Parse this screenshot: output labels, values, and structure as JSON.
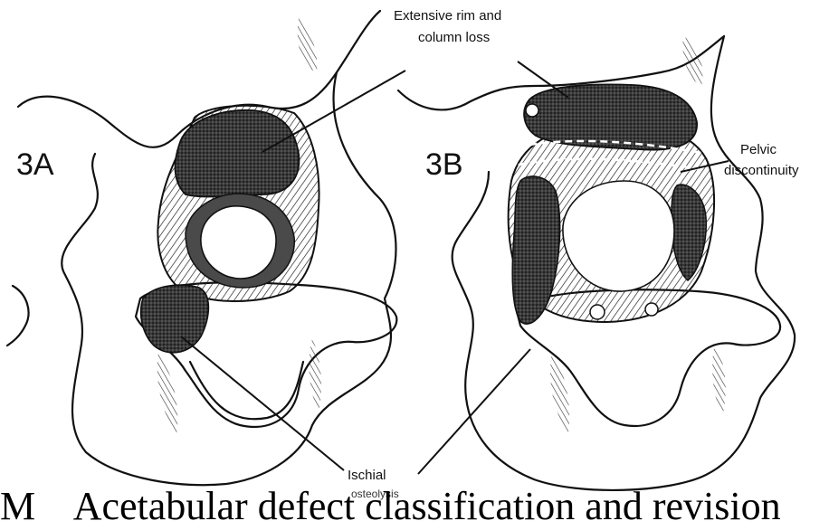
{
  "figure": {
    "panel_a_label": "3A",
    "panel_b_label": "3B",
    "annotation_rim_line1": "Extensive rim and",
    "annotation_rim_line2": "column loss",
    "annotation_pelvic_line1": "Pelvic",
    "annotation_pelvic_line2": "discontinuity",
    "annotation_ischial_line1": "Ischial",
    "annotation_ischial_line2": "osteolysis",
    "caption_partial": "M    Acetabular defect classification and revision"
  },
  "colors": {
    "ink": "#111111",
    "background": "#ffffff",
    "shade": "#2a2a2a"
  }
}
